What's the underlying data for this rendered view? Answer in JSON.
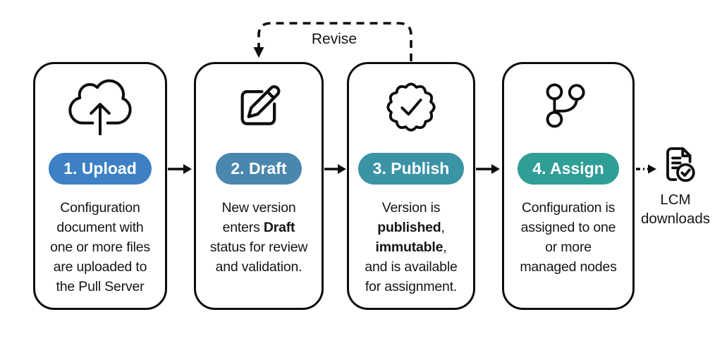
{
  "diagram": {
    "revise_label": "Revise",
    "line_color": "#0d0d0d",
    "cards": [
      {
        "badge_label": "1. Upload",
        "badge_color": "#3d80c4",
        "icon": "cloud-upload-icon",
        "description_lines": [
          [
            {
              "t": "Configuration"
            }
          ],
          [
            {
              "t": "document with"
            }
          ],
          [
            {
              "t": "one or more files"
            }
          ],
          [
            {
              "t": "are uploaded to"
            }
          ],
          [
            {
              "t": "the Pull Server"
            }
          ]
        ]
      },
      {
        "badge_label": "2. Draft",
        "badge_color": "#4a87ae",
        "icon": "edit-pencil-icon",
        "description_lines": [
          [
            {
              "t": "New version"
            }
          ],
          [
            {
              "t": "enters "
            },
            {
              "t": "Draft",
              "b": true
            }
          ],
          [
            {
              "t": "status for review"
            }
          ],
          [
            {
              "t": "and validation."
            }
          ]
        ]
      },
      {
        "badge_label": "3. Publish",
        "badge_color": "#3b93a6",
        "icon": "verified-seal-icon",
        "description_lines": [
          [
            {
              "t": "Version is"
            }
          ],
          [
            {
              "t": "published",
              "b": true
            },
            {
              "t": ","
            }
          ],
          [
            {
              "t": "immutable",
              "b": true
            },
            {
              "t": ","
            }
          ],
          [
            {
              "t": "and is available"
            }
          ],
          [
            {
              "t": "for assignment."
            }
          ]
        ]
      },
      {
        "badge_label": "4. Assign",
        "badge_color": "#2f9e96",
        "icon": "git-branch-icon",
        "description_lines": [
          [
            {
              "t": "Configuration is"
            }
          ],
          [
            {
              "t": "assigned to one"
            }
          ],
          [
            {
              "t": "or more"
            }
          ],
          [
            {
              "t": "managed nodes"
            }
          ]
        ]
      }
    ],
    "endpoint": {
      "icon": "document-check-icon",
      "label_line1": "LCM",
      "label_line2": "downloads"
    }
  }
}
